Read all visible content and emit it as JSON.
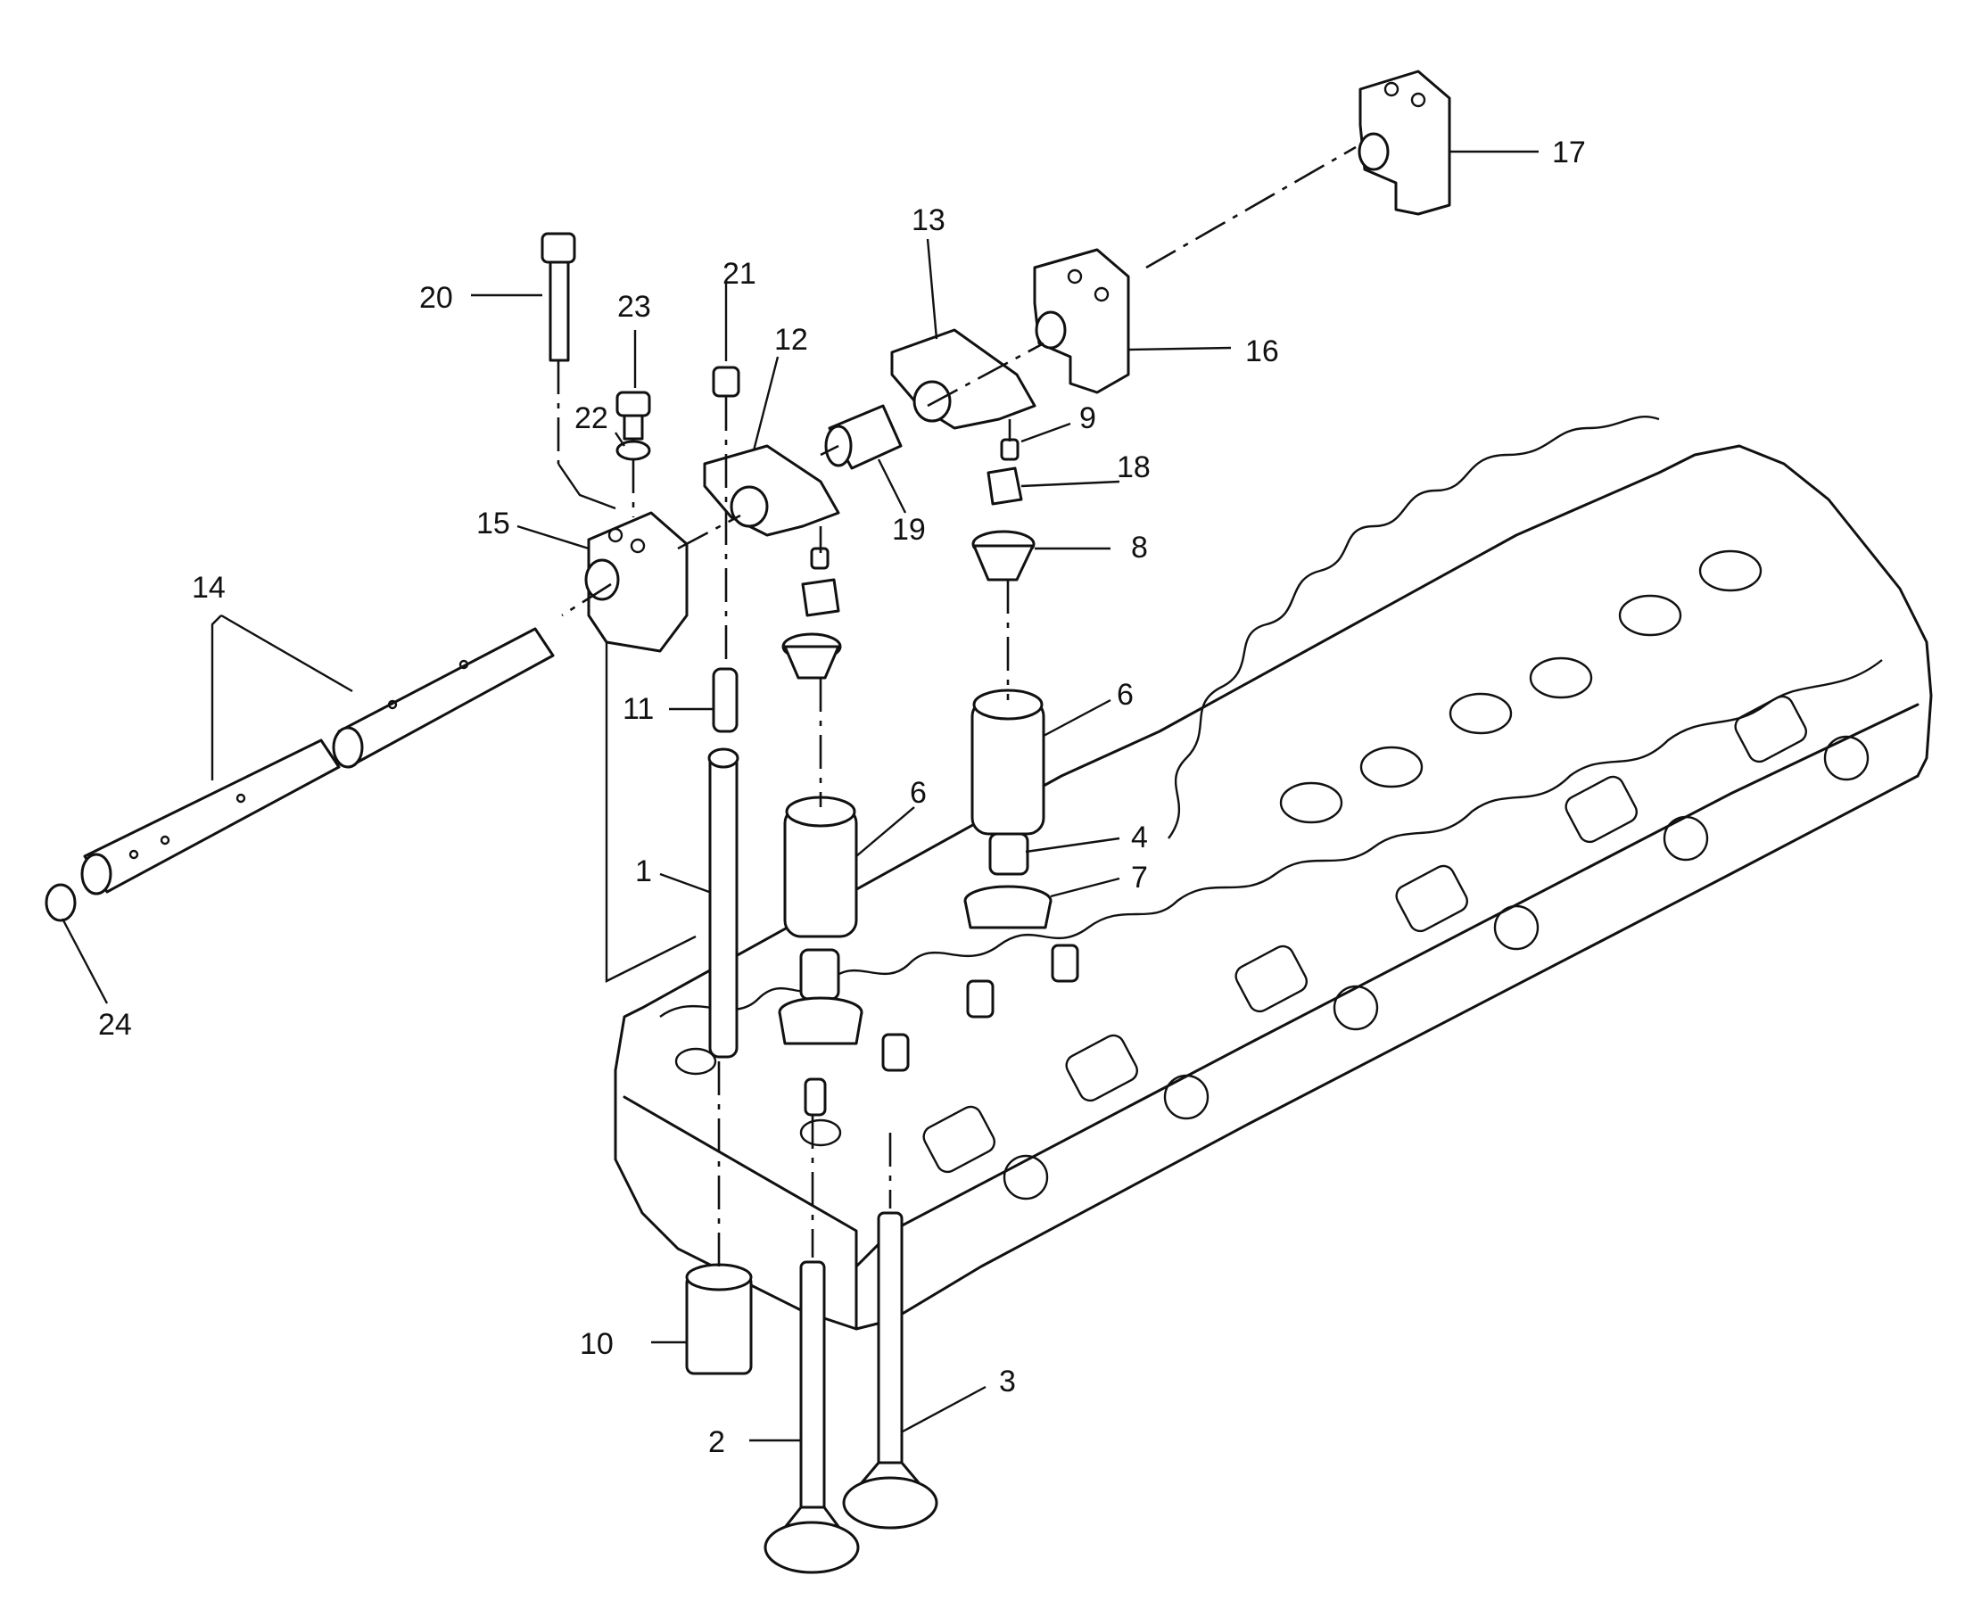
{
  "callouts": [
    {
      "id": "c1",
      "text": "1"
    },
    {
      "id": "c2",
      "text": "2"
    },
    {
      "id": "c3",
      "text": "3"
    },
    {
      "id": "c4",
      "text": "4"
    },
    {
      "id": "c6a",
      "text": "6"
    },
    {
      "id": "c6b",
      "text": "6"
    },
    {
      "id": "c7",
      "text": "7"
    },
    {
      "id": "c8",
      "text": "8"
    },
    {
      "id": "c9",
      "text": "9"
    },
    {
      "id": "c10",
      "text": "10"
    },
    {
      "id": "c11",
      "text": "11"
    },
    {
      "id": "c12",
      "text": "12"
    },
    {
      "id": "c13",
      "text": "13"
    },
    {
      "id": "c14",
      "text": "14"
    },
    {
      "id": "c15",
      "text": "15"
    },
    {
      "id": "c16",
      "text": "16"
    },
    {
      "id": "c17",
      "text": "17"
    },
    {
      "id": "c18",
      "text": "18"
    },
    {
      "id": "c19",
      "text": "19"
    },
    {
      "id": "c20",
      "text": "20"
    },
    {
      "id": "c21",
      "text": "21"
    },
    {
      "id": "c22",
      "text": "22"
    },
    {
      "id": "c23",
      "text": "23"
    },
    {
      "id": "c24",
      "text": "24"
    }
  ]
}
